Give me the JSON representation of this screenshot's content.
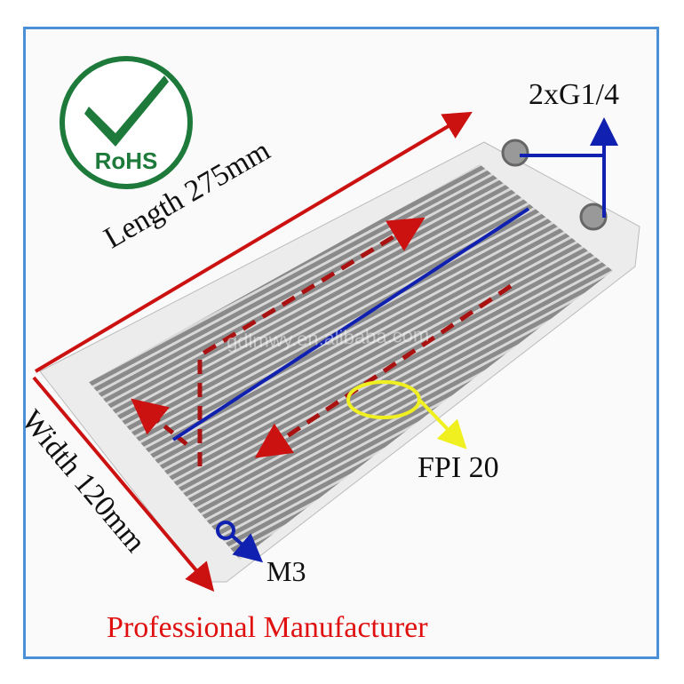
{
  "logo": {
    "text": "RoHS",
    "color": "#1e7a3a"
  },
  "annotations": {
    "ports": "2xG1/4",
    "length": "Length 275mm",
    "width": "Width 120mm",
    "fpi": "FPI 20",
    "mount": "M3",
    "tagline": "Professional Manufacturer"
  },
  "watermark": "gdlmwy.en.alibaba.com",
  "colors": {
    "border": "#4a8fd8",
    "dimension": "#cc1111",
    "flow": "#1020b0",
    "highlight": "#f0f020",
    "tagline": "#e01010"
  }
}
